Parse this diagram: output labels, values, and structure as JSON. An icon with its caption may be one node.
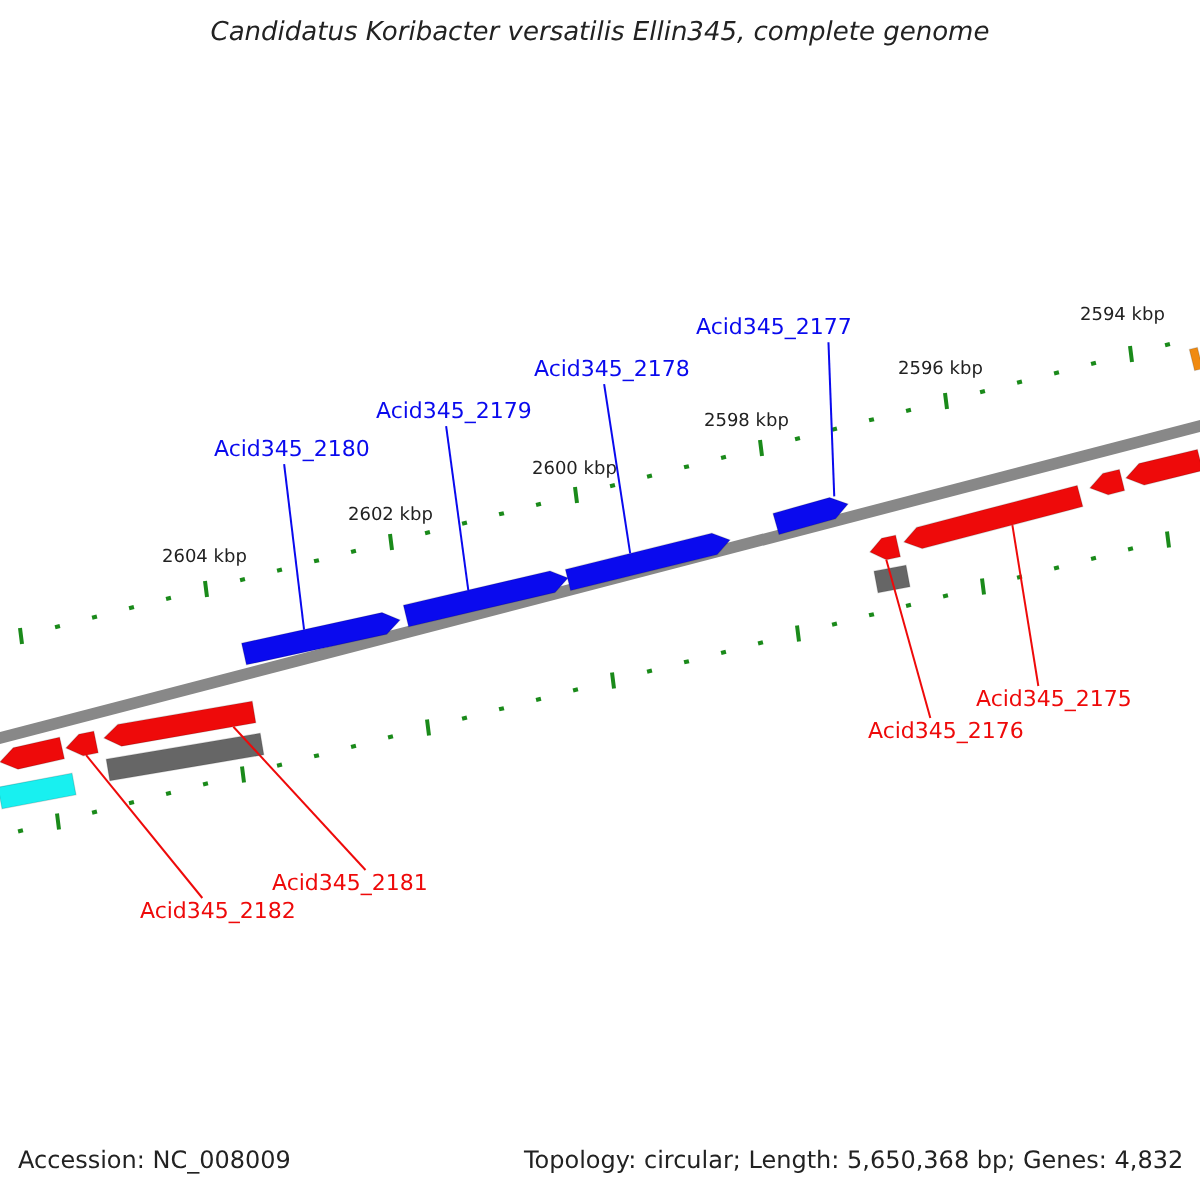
{
  "diagram": {
    "title": "Candidatus Koribacter versatilis Ellin345, complete genome",
    "nodes": [
      {
        "text": [
          "Acid345_2177"
        ]
      },
      {
        "text": [
          "Acid345_2178"
        ]
      },
      {
        "text": [
          "Acid345_2179"
        ]
      },
      {
        "text": [
          "Acid345_2180"
        ]
      },
      {
        "text": [
          "Acid345_2175"
        ]
      },
      {
        "text": [
          "Acid345_2176"
        ]
      },
      {
        "text": [
          "Acid345_2181"
        ]
      },
      {
        "text": [
          "Acid345_2182"
        ]
      },
      {
        "text": [],
        "shape": "arrow"
      },
      {
        "text": [],
        "shape": "arrow"
      },
      {
        "text": [],
        "shape": "arrow"
      },
      {
        "text": [],
        "shape": "arrow"
      },
      {
        "text": [],
        "shape": "arrow"
      },
      {
        "text": [],
        "shape": "arrow"
      },
      {
        "text": [],
        "shape": "arrow"
      },
      {
        "text": [],
        "shape": "arrow"
      },
      {
        "text": [],
        "shape": "arrow"
      },
      {
        "text": [],
        "shape": "arrow"
      },
      {
        "text": [],
        "shape": "arrow"
      },
      {
        "text": [],
        "shape": "bar"
      },
      {
        "text": [],
        "shape": "bar"
      },
      {
        "text": [],
        "shape": "bar"
      },
      {
        "text": [],
        "shape": "bar"
      }
    ],
    "edges": [
      {
        "from": 0,
        "to": 8,
        "arrow": "none",
        "color": "#0a0aee"
      },
      {
        "from": 1,
        "to": 9,
        "arrow": "none",
        "color": "#0a0aee"
      },
      {
        "from": 2,
        "to": 10,
        "arrow": "none",
        "color": "#0a0aee"
      },
      {
        "from": 3,
        "to": 11,
        "arrow": "none",
        "color": "#0a0aee"
      },
      {
        "from": 4,
        "to": 12,
        "arrow": "none",
        "color": "#ee0a0a"
      },
      {
        "from": 5,
        "to": 13,
        "arrow": "none",
        "color": "#ee0a0a"
      },
      {
        "from": 6,
        "to": 14,
        "arrow": "none",
        "color": "#ee0a0a"
      },
      {
        "from": 7,
        "to": 15,
        "arrow": "none",
        "color": "#ee0a0a"
      }
    ],
    "labels": [
      "2594 kbp",
      "2596 kbp",
      "2598 kbp",
      "2600 kbp",
      "2602 kbp",
      "2604 kbp",
      "Accession: NC_008009",
      "Topology: circular; Length: 5,650,368 bp; Genes: 4,832"
    ]
  }
}
